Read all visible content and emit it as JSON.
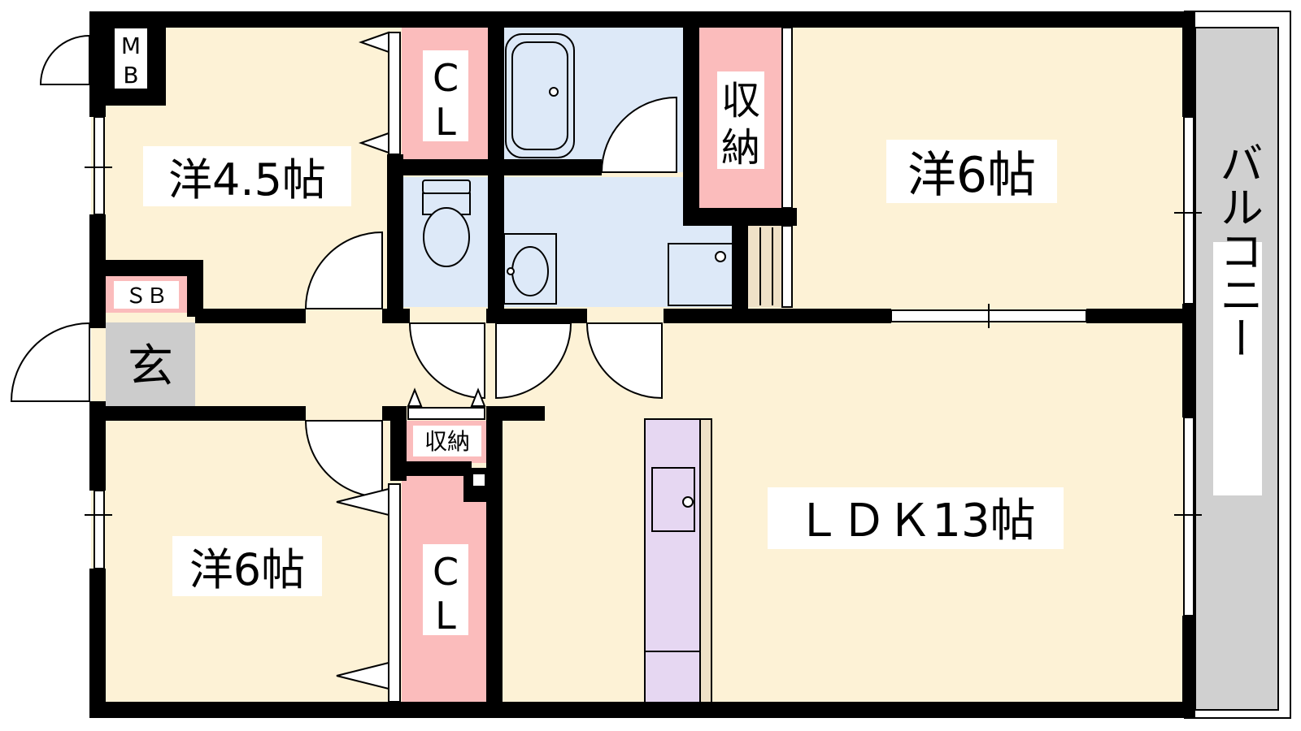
{
  "floor_plan": {
    "rooms": {
      "western_4_5": "洋4.5帖",
      "western_6_top": "洋6帖",
      "western_6_bottom": "洋6帖",
      "ldk": "ＬＤＫ13帖",
      "entrance": "玄",
      "balcony": "バルコニー"
    },
    "storage": {
      "mb_line1": "M",
      "mb_line2": "B",
      "sb": "ＳＢ",
      "cl_top_line1": "C",
      "cl_top_line2": "L",
      "cl_bottom_line1": "C",
      "cl_bottom_line2": "L",
      "storage_tall_line1": "収",
      "storage_tall_line2": "納",
      "storage_small": "収納"
    },
    "colors": {
      "room": "#fdf2d6",
      "wet_area": "#dde9f8",
      "closet": "#fbbcbc",
      "entrance": "#cccccc",
      "balcony": "#d0d0d0",
      "kitchen": "#e6d7f2",
      "kitchen_counter": "#efe1c7",
      "wall": "#000000"
    }
  }
}
